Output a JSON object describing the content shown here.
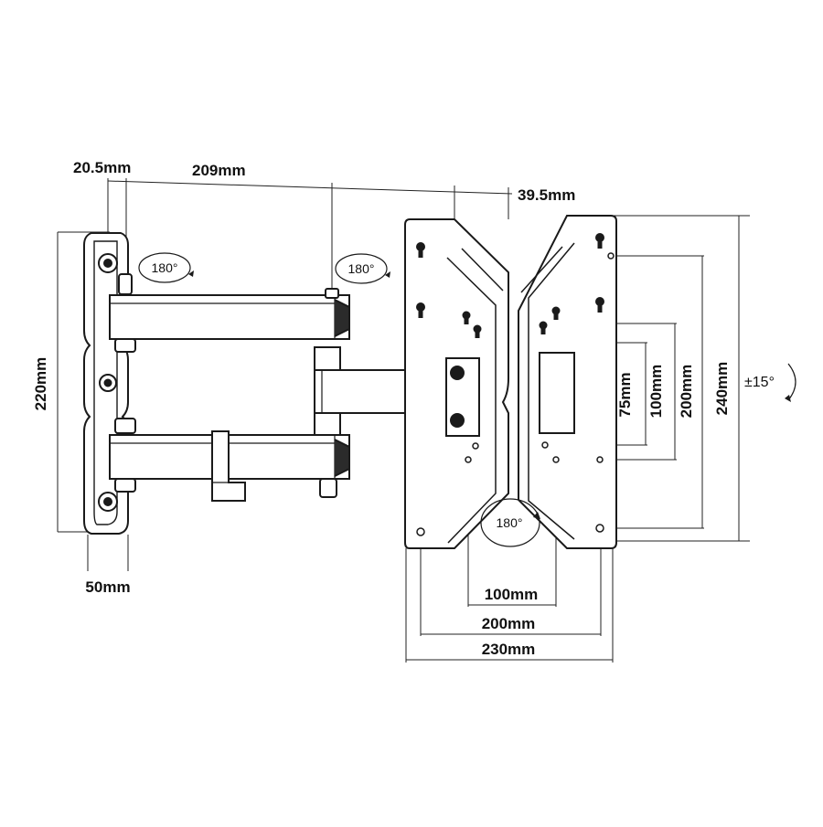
{
  "dimensions": {
    "wall_offset": "20.5mm",
    "arm_length": "209mm",
    "arm_offset": "39.5mm",
    "wall_plate_height": "220mm",
    "wall_plate_width": "50mm",
    "vesa_75": "75mm",
    "vesa_100_v": "100mm",
    "vesa_200_v": "200mm",
    "plate_height": "240mm",
    "vesa_100_h": "100mm",
    "vesa_200_h": "200mm",
    "plate_width": "230mm"
  },
  "rotations": {
    "wall_swivel": "180°",
    "arm_swivel": "180°",
    "plate_rotation": "180°"
  },
  "tilt": "±15°",
  "colors": {
    "line": "#1a1a1a",
    "fill_light": "#ffffff",
    "fill_dark": "#2b2b2b"
  }
}
